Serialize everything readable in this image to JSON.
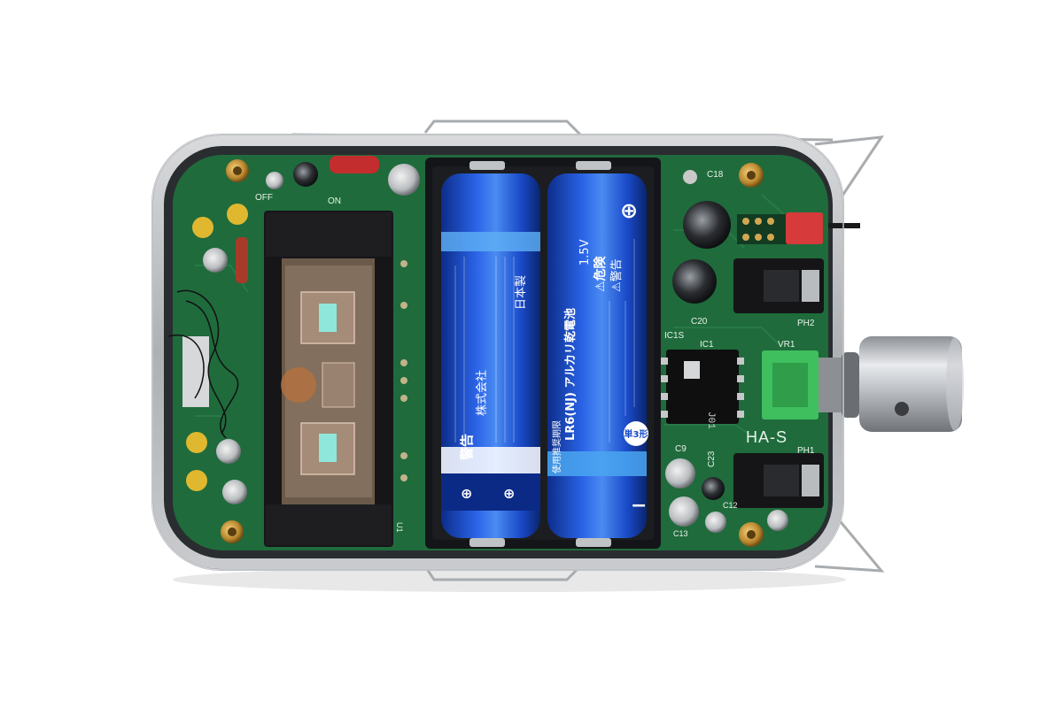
{
  "board": {
    "model": "HA-S",
    "switch_off": "OFF",
    "switch_on": "ON",
    "ref_labels": {
      "c18": "C18",
      "c20": "C20",
      "ic1s": "IC1S",
      "ic1": "IC1",
      "vr1": "VR1",
      "ph2": "PH2",
      "ph1": "PH1",
      "c9": "C9",
      "c23": "C23",
      "c12": "C12",
      "c13": "C13",
      "u1": "U1"
    },
    "ic_marking": "J01"
  },
  "battery_left": {
    "warning_header": "警告",
    "brand_line": "株式会社",
    "origin": "日本製"
  },
  "battery_right": {
    "model_line": "LR6(NJ) アルカリ乾電池",
    "voltage": "1.5V",
    "danger": "⚠危険",
    "warning": "⚠警告",
    "size_badge": "単3形",
    "expiry_label": "使用推奨期限",
    "minus": "−"
  },
  "colors": {
    "pcb_green": "#1f6b3c",
    "case_silver": "#b9bcbf",
    "battery_blue": "#1749c9",
    "connector_green": "#3fbf5e",
    "header_red": "#d63a3a"
  }
}
